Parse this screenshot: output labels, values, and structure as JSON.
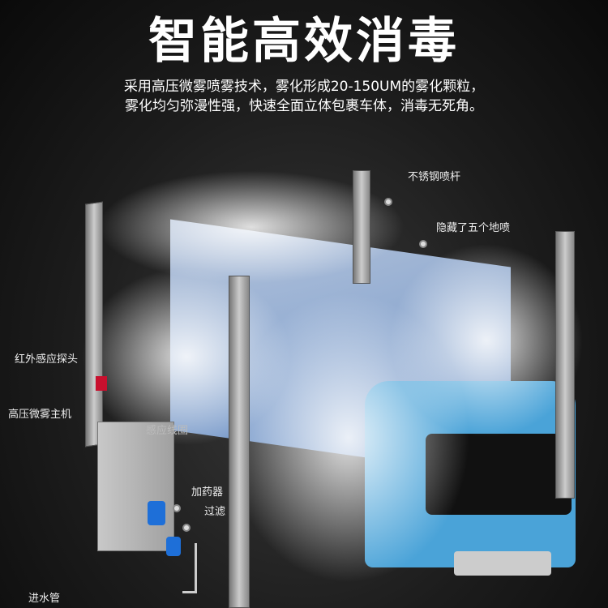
{
  "title": "智能高效消毒",
  "description": [
    "采用高压微雾喷雾技术，雾化形成20-150UM的雾化颗粒，",
    "雾化均匀弥漫性强，快速全面立体包裹车体，消毒无死角。"
  ],
  "labels": {
    "spray_rod": "不锈钢喷杆",
    "ground_spray": "隐藏了五个地喷",
    "ir_sensor": "红外感应探头",
    "host": "高压微雾主机",
    "coil": "感应线圈",
    "doser": "加药器",
    "filter": "过滤",
    "inlet": "进水管"
  },
  "colors": {
    "truck": "#4aa3d8",
    "box": "#8ab4e8",
    "sensor": "#c8102e",
    "doser": "#1e6fd8"
  }
}
